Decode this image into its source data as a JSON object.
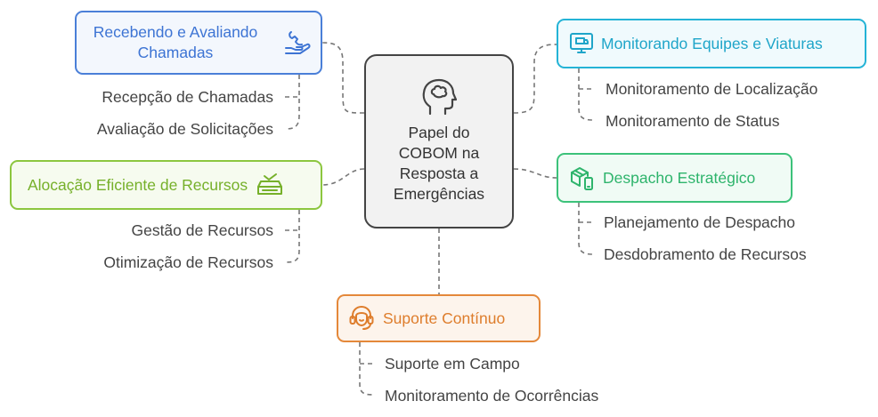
{
  "center": {
    "label": "Papel do\nCOBOM na\nResposta a\nEmergências",
    "icon": "brain-head-icon",
    "color": "#444444"
  },
  "nodes": {
    "calls": {
      "label": "Recebendo e Avaliando\nChamadas",
      "icon": "hand-phone-icon",
      "color": "#3d74d4",
      "leaves": [
        "Recepção de Chamadas",
        "Avaliação de Solicitações"
      ]
    },
    "monitor": {
      "label": "Monitorando Equipes e Viaturas",
      "icon": "monitor-truck-icon",
      "color": "#1fa5c9",
      "leaves": [
        "Monitoramento de Localização",
        "Monitoramento de Status"
      ]
    },
    "alloc": {
      "label": "Alocação Eficiente de Recursos",
      "icon": "resource-allocation-icon",
      "color": "#76b02a",
      "leaves": [
        "Gestão de Recursos",
        "Otimização de Recursos"
      ]
    },
    "dispatch": {
      "label": "Despacho Estratégico",
      "icon": "package-phone-icon",
      "color": "#2eb46c",
      "leaves": [
        "Planejamento de Despacho",
        "Desdobramento de Recursos"
      ]
    },
    "support": {
      "label": "Suporte Contínuo",
      "icon": "headset-support-icon",
      "color": "#de7d2c",
      "leaves": [
        "Suporte em Campo",
        "Monitoramento de Ocorrências"
      ]
    }
  }
}
